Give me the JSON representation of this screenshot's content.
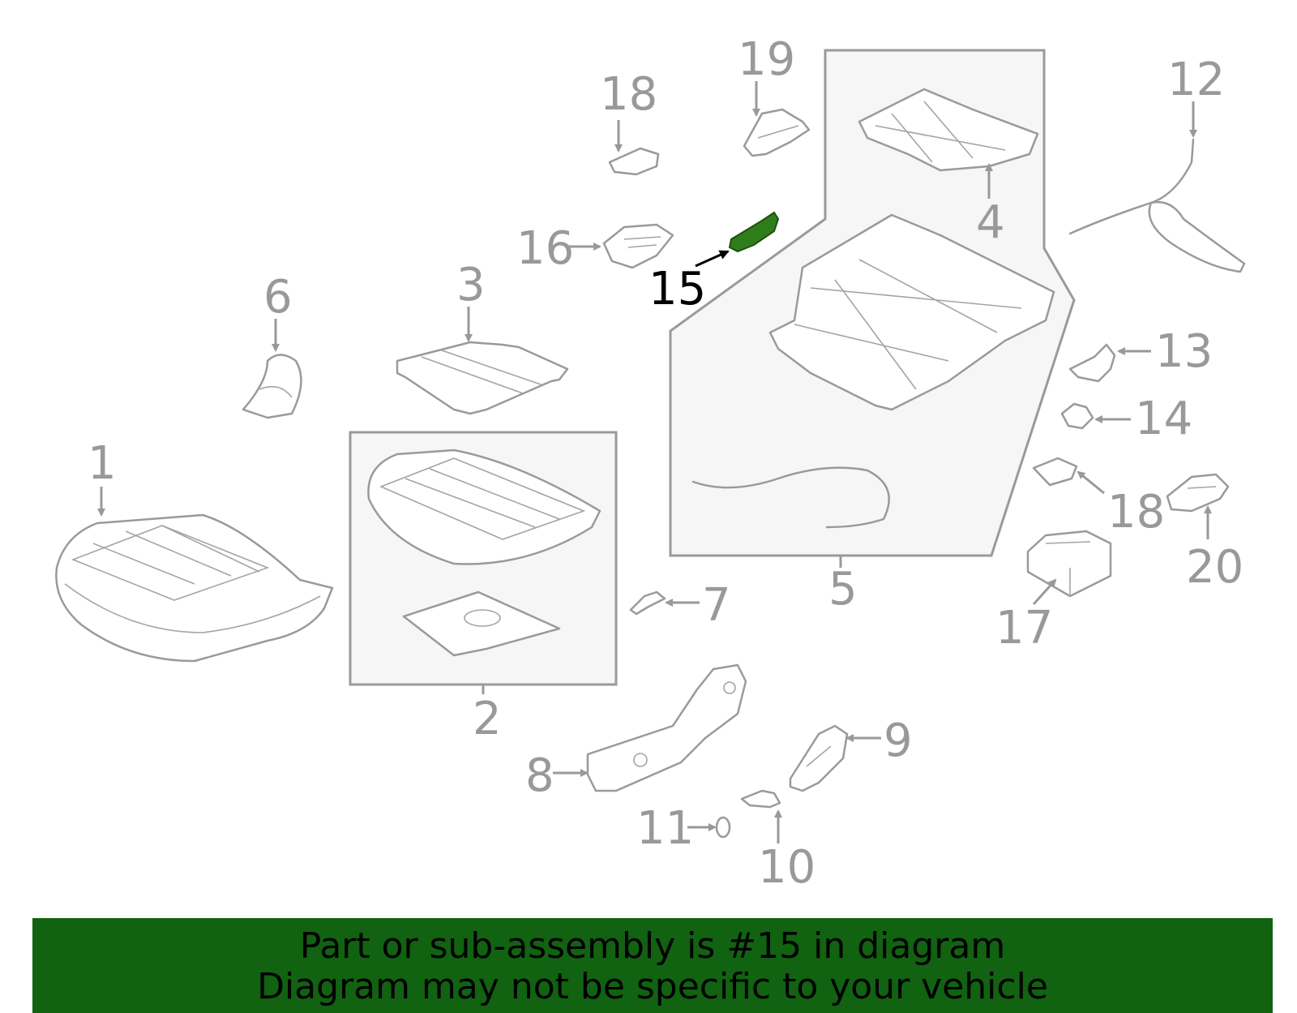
{
  "diagram": {
    "highlighted_part": "15",
    "highlight_color": "#2f7d1a",
    "callouts": [
      "1",
      "2",
      "3",
      "4",
      "5",
      "6",
      "7",
      "8",
      "9",
      "10",
      "11",
      "12",
      "13",
      "14",
      "15",
      "16",
      "17",
      "18",
      "18",
      "19",
      "20"
    ]
  },
  "banner": {
    "background_color": "#116211",
    "line1": "Part or sub-assembly is #15 in diagram",
    "line2": "Diagram may not be specific to your vehicle"
  }
}
